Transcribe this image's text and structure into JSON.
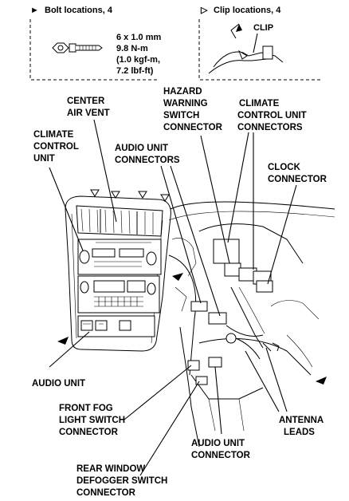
{
  "legend": {
    "bolt_label": "Bolt locations, 4",
    "clip_label": "Clip locations, 4",
    "bolt_symbol": "►",
    "clip_symbol": "▷"
  },
  "bolt_spec": {
    "line1": "6 x 1.0 mm",
    "line2": "9.8 N-m",
    "line3": "(1.0 kgf-m,",
    "line4": "7.2 lbf-ft)"
  },
  "clip_detail": {
    "label": "CLIP"
  },
  "callouts": {
    "center_air_vent": [
      "CENTER",
      "AIR VENT"
    ],
    "hazard_switch": [
      "HAZARD",
      "WARNING",
      "SWITCH",
      "CONNECTOR"
    ],
    "climate_connectors": [
      "CLIMATE",
      "CONTROL UNIT",
      "CONNECTORS"
    ],
    "climate_unit": [
      "CLIMATE",
      "CONTROL",
      "UNIT"
    ],
    "audio_connectors": [
      "AUDIO UNIT",
      "CONNECTORS"
    ],
    "clock_connector": [
      "CLOCK",
      "CONNECTOR"
    ],
    "audio_unit": [
      "AUDIO UNIT"
    ],
    "fog_switch": [
      "FRONT FOG",
      "LIGHT  SWITCH",
      "CONNECTOR"
    ],
    "antenna_leads": [
      "ANTENNA",
      "LEADS"
    ],
    "audio_connector": [
      "AUDIO UNIT",
      "CONNECTOR"
    ],
    "defogger_switch": [
      "REAR WINDOW",
      "DEFOGGER SWITCH",
      "CONNECTOR"
    ]
  }
}
